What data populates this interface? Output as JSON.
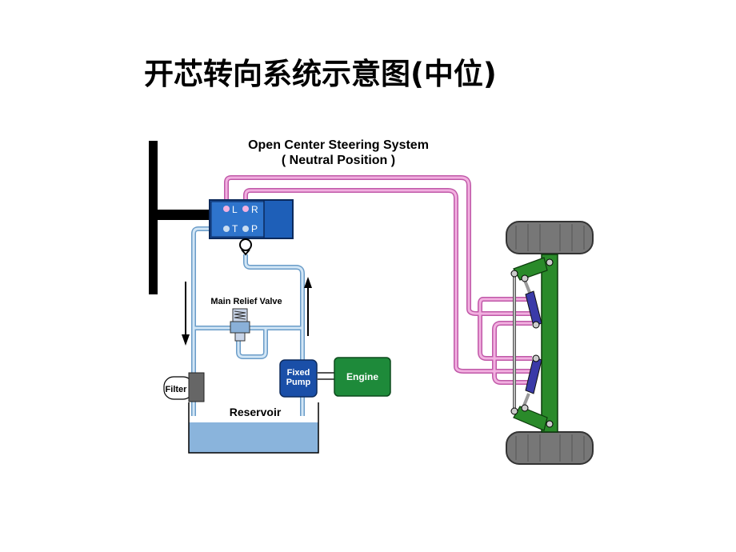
{
  "slide": {
    "title": "开芯转向系统示意图(中位)"
  },
  "diagram": {
    "title_line1": "Open Center Steering System",
    "title_line2": "( Neutral Position )",
    "valve_ports": {
      "l": "L",
      "r": "R",
      "t": "T",
      "p": "P"
    },
    "main_relief_valve": "Main Relief Valve",
    "filter": "Filter",
    "reservoir": "Reservoir",
    "pump_line1": "Fixed",
    "pump_line2": "Pump",
    "engine": "Engine"
  },
  "colors": {
    "pressure_line": "#e080c8",
    "return_line": "#a8c8e0",
    "valve_body": "#1e5fb8",
    "pump": "#1a4fa8",
    "engine": "#1e8a3a",
    "axle_frame": "#2a8a2a",
    "cylinder": "#3a3aa8",
    "reservoir_fluid": "#8ab4dc"
  }
}
